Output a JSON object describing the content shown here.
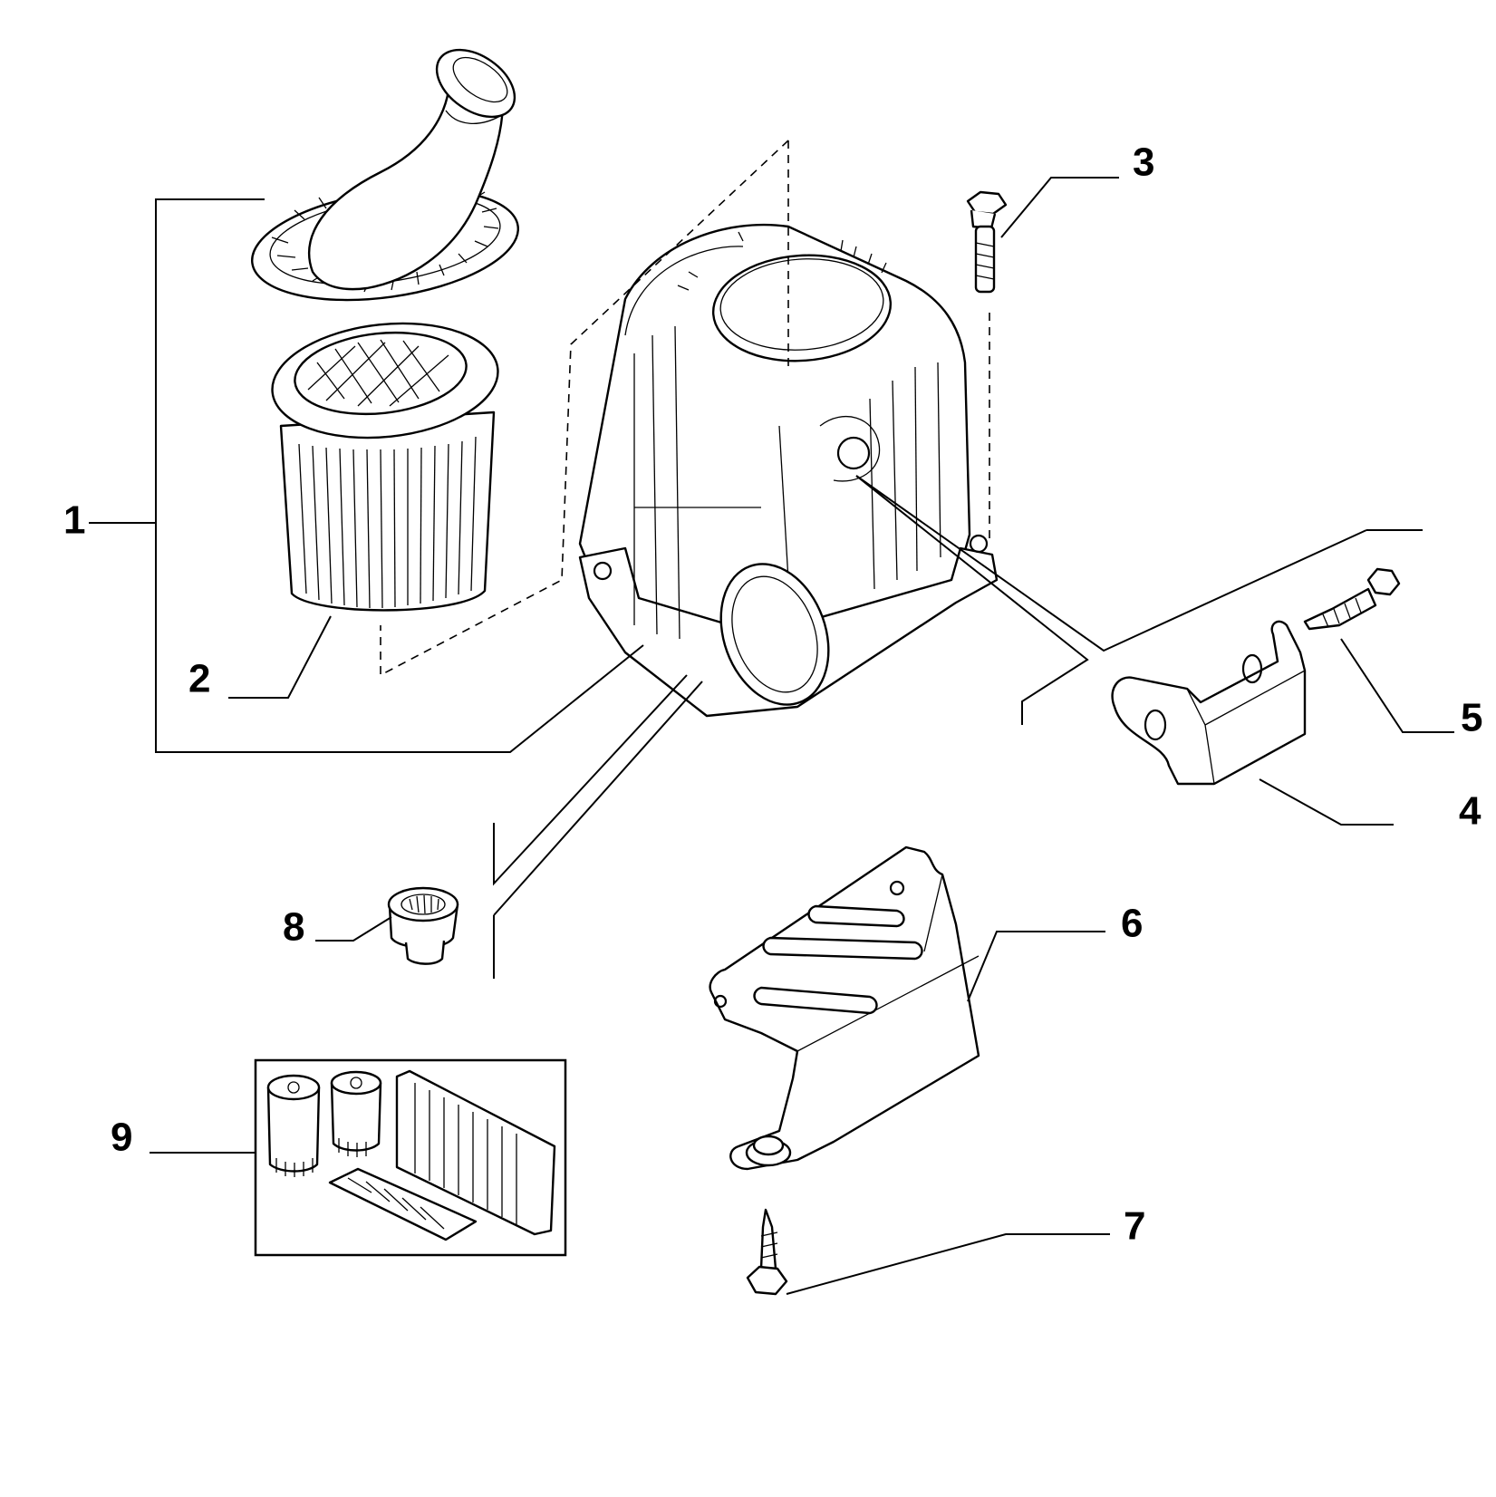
{
  "diagram": {
    "callouts": [
      {
        "id": "1",
        "label": "1"
      },
      {
        "id": "2",
        "label": "2"
      },
      {
        "id": "3",
        "label": "3"
      },
      {
        "id": "4",
        "label": "4"
      },
      {
        "id": "5",
        "label": "5"
      },
      {
        "id": "6",
        "label": "6"
      },
      {
        "id": "7",
        "label": "7"
      },
      {
        "id": "8",
        "label": "8"
      },
      {
        "id": "9",
        "label": "9"
      }
    ],
    "parts": [
      {
        "callout": "1",
        "icon": "air-filter-assembly-icon"
      },
      {
        "callout": "2",
        "icon": "filter-cartridge-icon"
      },
      {
        "callout": "3",
        "icon": "hex-bolt-icon"
      },
      {
        "callout": "4",
        "icon": "mounting-bracket-icon"
      },
      {
        "callout": "5",
        "icon": "self-tapping-screw-icon"
      },
      {
        "callout": "6",
        "icon": "support-plate-icon"
      },
      {
        "callout": "7",
        "icon": "wood-screw-icon"
      },
      {
        "callout": "8",
        "icon": "rubber-grommet-icon"
      },
      {
        "callout": "9",
        "icon": "filter-kit-icon"
      }
    ]
  }
}
